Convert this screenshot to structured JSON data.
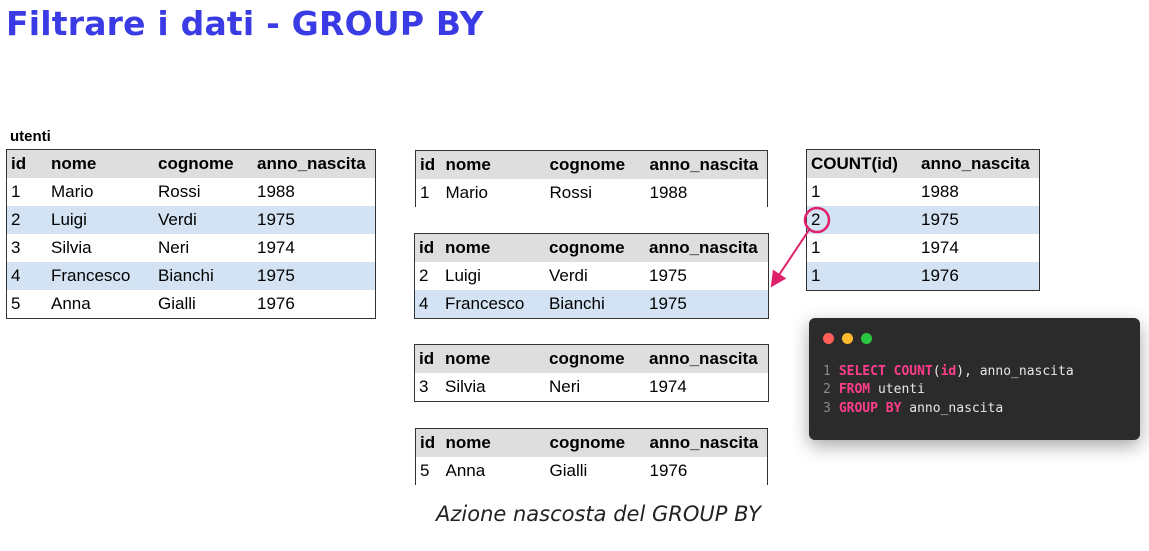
{
  "title": "Filtrare i dati - GROUP BY",
  "utenti_caption": "utenti",
  "columns": [
    "id",
    "nome",
    "cognome",
    "anno_nascita"
  ],
  "utenti_rows": [
    [
      "1",
      "Mario",
      "Rossi",
      "1988"
    ],
    [
      "2",
      "Luigi",
      "Verdi",
      "1975"
    ],
    [
      "3",
      "Silvia",
      "Neri",
      "1974"
    ],
    [
      "4",
      "Francesco",
      "Bianchi",
      "1975"
    ],
    [
      "5",
      "Anna",
      "Gialli",
      "1976"
    ]
  ],
  "groups": [
    [
      [
        "1",
        "Mario",
        "Rossi",
        "1988"
      ]
    ],
    [
      [
        "2",
        "Luigi",
        "Verdi",
        "1975"
      ],
      [
        "4",
        "Francesco",
        "Bianchi",
        "1975"
      ]
    ],
    [
      [
        "3",
        "Silvia",
        "Neri",
        "1974"
      ]
    ],
    [
      [
        "5",
        "Anna",
        "Gialli",
        "1976"
      ]
    ]
  ],
  "result_columns": [
    "COUNT(id)",
    "anno_nascita"
  ],
  "result_rows": [
    [
      "1",
      "1988"
    ],
    [
      "2",
      "1975"
    ],
    [
      "1",
      "1974"
    ],
    [
      "1",
      "1976"
    ]
  ],
  "code": {
    "dots": [
      "#ff5f57",
      "#febc2e",
      "#28c840"
    ],
    "lines": [
      {
        "n": "1",
        "kw1": "SELECT",
        "kw2": "COUNT",
        "p1": "(",
        "arg": "id",
        "p2": ")",
        "rest": ", anno_nascita"
      },
      {
        "n": "2",
        "kw": "FROM",
        "rest": " utenti"
      },
      {
        "n": "3",
        "kw": "GROUP BY",
        "rest": " anno_nascita"
      }
    ]
  },
  "caption": "Azione nascosta del GROUP BY",
  "colors": {
    "title": "#3b3be6",
    "header_bg": "#dedede",
    "row_highlight": "#d3e3f3",
    "highlight_circle": "#e0206a",
    "code_bg": "#2b2b2b",
    "code_keyword": "#ff3d8b"
  }
}
